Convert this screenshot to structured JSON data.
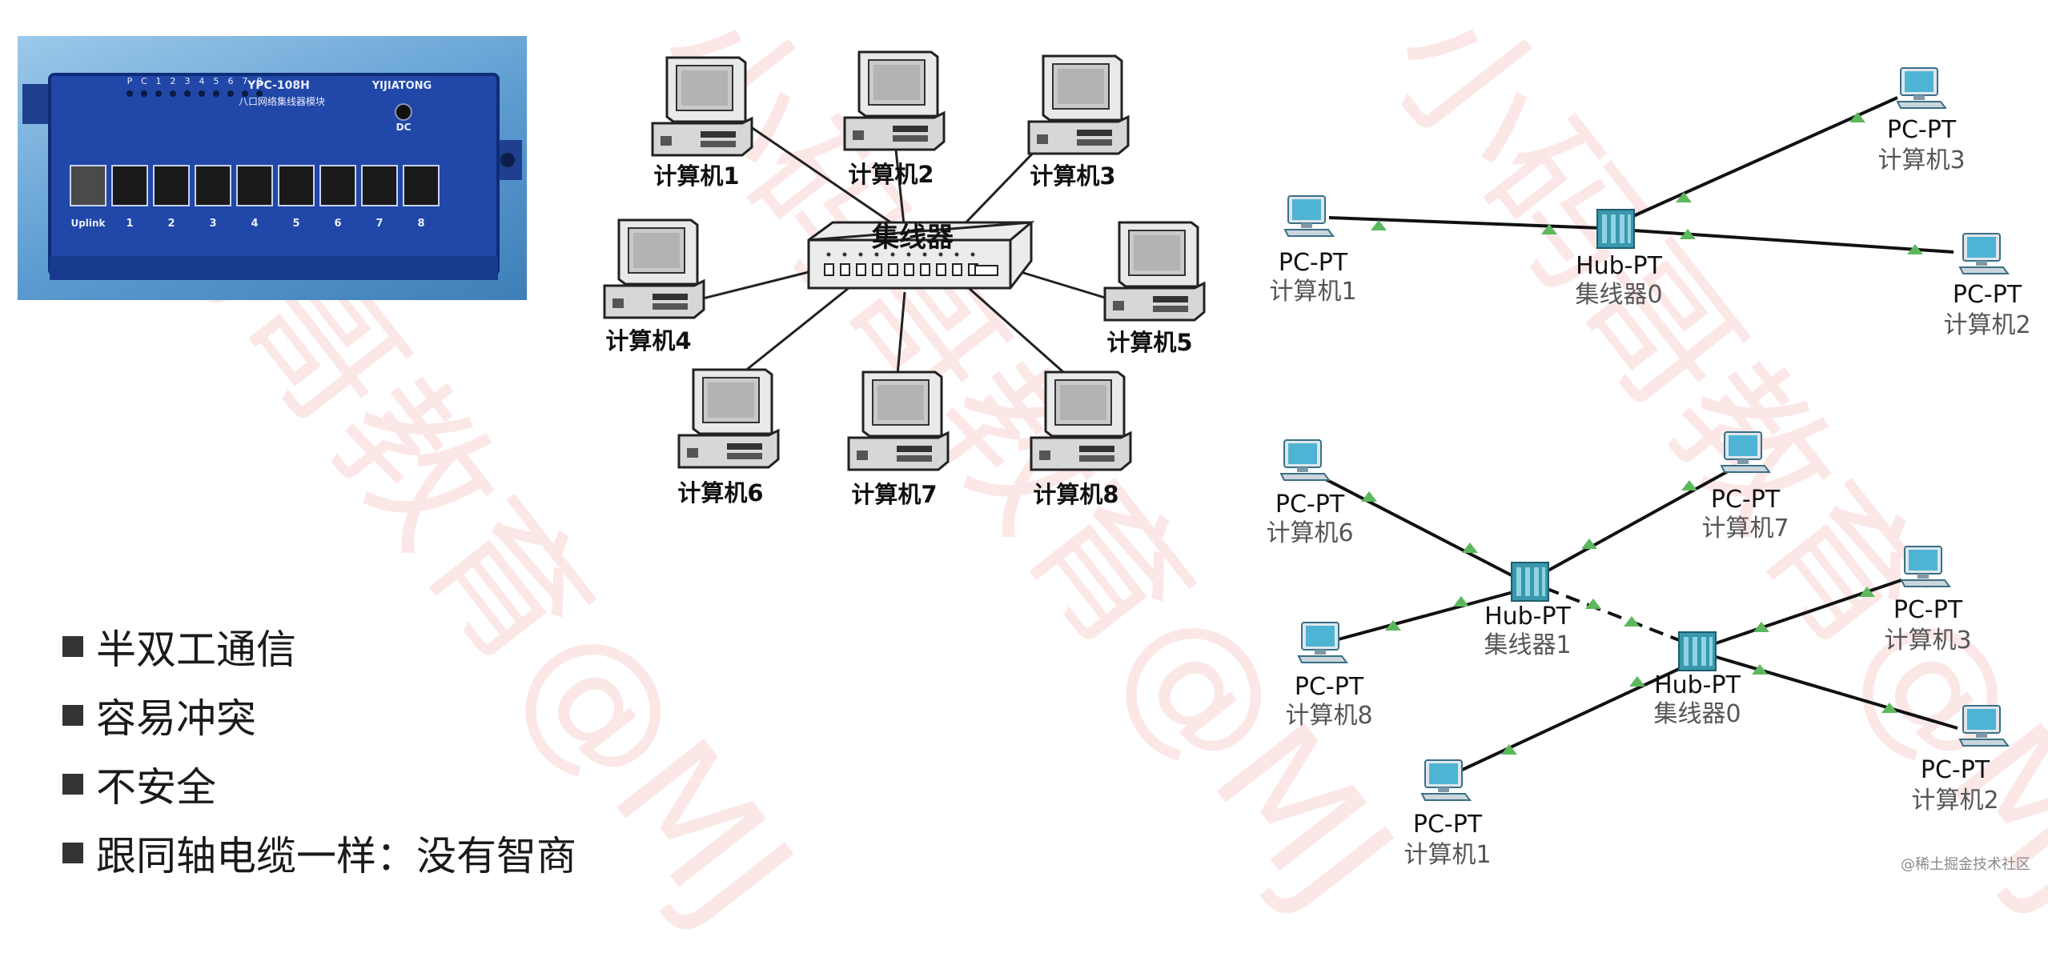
{
  "photo": {
    "model": "YPC-108H",
    "brand": "YIJIATONG",
    "subtitle": "八口网络集线器模块",
    "led_labels": [
      "P",
      "C",
      "1",
      "2",
      "3",
      "4",
      "5",
      "6",
      "7",
      "8"
    ],
    "power_label": "DC",
    "port_labels": [
      "Uplink",
      "1",
      "2",
      "3",
      "4",
      "5",
      "6",
      "7",
      "8"
    ]
  },
  "star": {
    "hub_label": "集线器",
    "computers": [
      "计算机1",
      "计算机2",
      "计算机3",
      "计算机4",
      "计算机5",
      "计算机6",
      "计算机7",
      "计算机8"
    ]
  },
  "pt_top": {
    "hub": {
      "type": "Hub-PT",
      "name": "集线器0"
    },
    "pcs": [
      {
        "type": "PC-PT",
        "name": "计算机1"
      },
      {
        "type": "PC-PT",
        "name": "计算机3"
      },
      {
        "type": "PC-PT",
        "name": "计算机2"
      }
    ]
  },
  "pt_bottom": {
    "hubs": [
      {
        "type": "Hub-PT",
        "name": "集线器1"
      },
      {
        "type": "Hub-PT",
        "name": "集线器0"
      }
    ],
    "pcs": [
      {
        "type": "PC-PT",
        "name": "计算机6"
      },
      {
        "type": "PC-PT",
        "name": "计算机7"
      },
      {
        "type": "PC-PT",
        "name": "计算机8"
      },
      {
        "type": "PC-PT",
        "name": "计算机3"
      },
      {
        "type": "PC-PT",
        "name": "计算机2"
      },
      {
        "type": "PC-PT",
        "name": "计算机1"
      }
    ]
  },
  "bullets": [
    "半双工通信",
    "容易冲突",
    "不安全",
    "跟同轴电缆一样：没有智商"
  ],
  "watermark": "小码哥教育@MJ",
  "credit": "@稀土掘金技术社区",
  "colors": {
    "link_marker": "#5cb85c",
    "hub_body": "#3b9aab",
    "pc_screen": "#46a9c4",
    "bullet": "#333333"
  }
}
